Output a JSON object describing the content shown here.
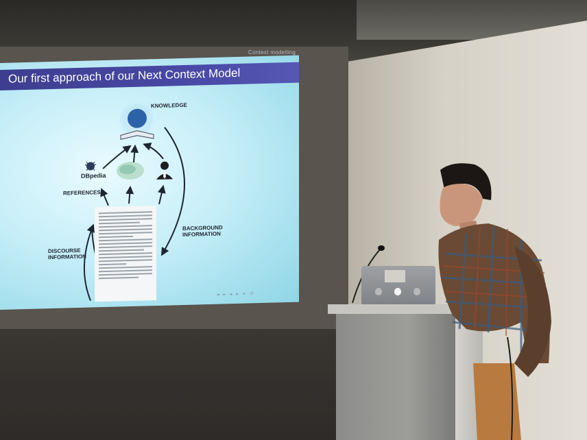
{
  "screen": {
    "section_header": "Context modelling",
    "slide_title": "Our first approach of our Next Context Model"
  },
  "diagram": {
    "knowledge_label": "KNOWLEDGE",
    "dbpedia_label": "DBpedia",
    "references_label": "REFERENCES",
    "background_label_1": "BACKGROUND",
    "background_label_2": "INFORMATION",
    "discourse_label_1": "DISCOURSE",
    "discourse_label_2": "INFORMATION"
  },
  "icons": [
    "knowledge-book-icon",
    "dbpedia-icon",
    "word-cloud-icon",
    "person-silhouette-icon",
    "apple-logo-icon"
  ],
  "colors": {
    "title_bar": "#4a4aa8",
    "slide_bg": "#c6eef8",
    "diagram_ink": "#1e2533"
  }
}
